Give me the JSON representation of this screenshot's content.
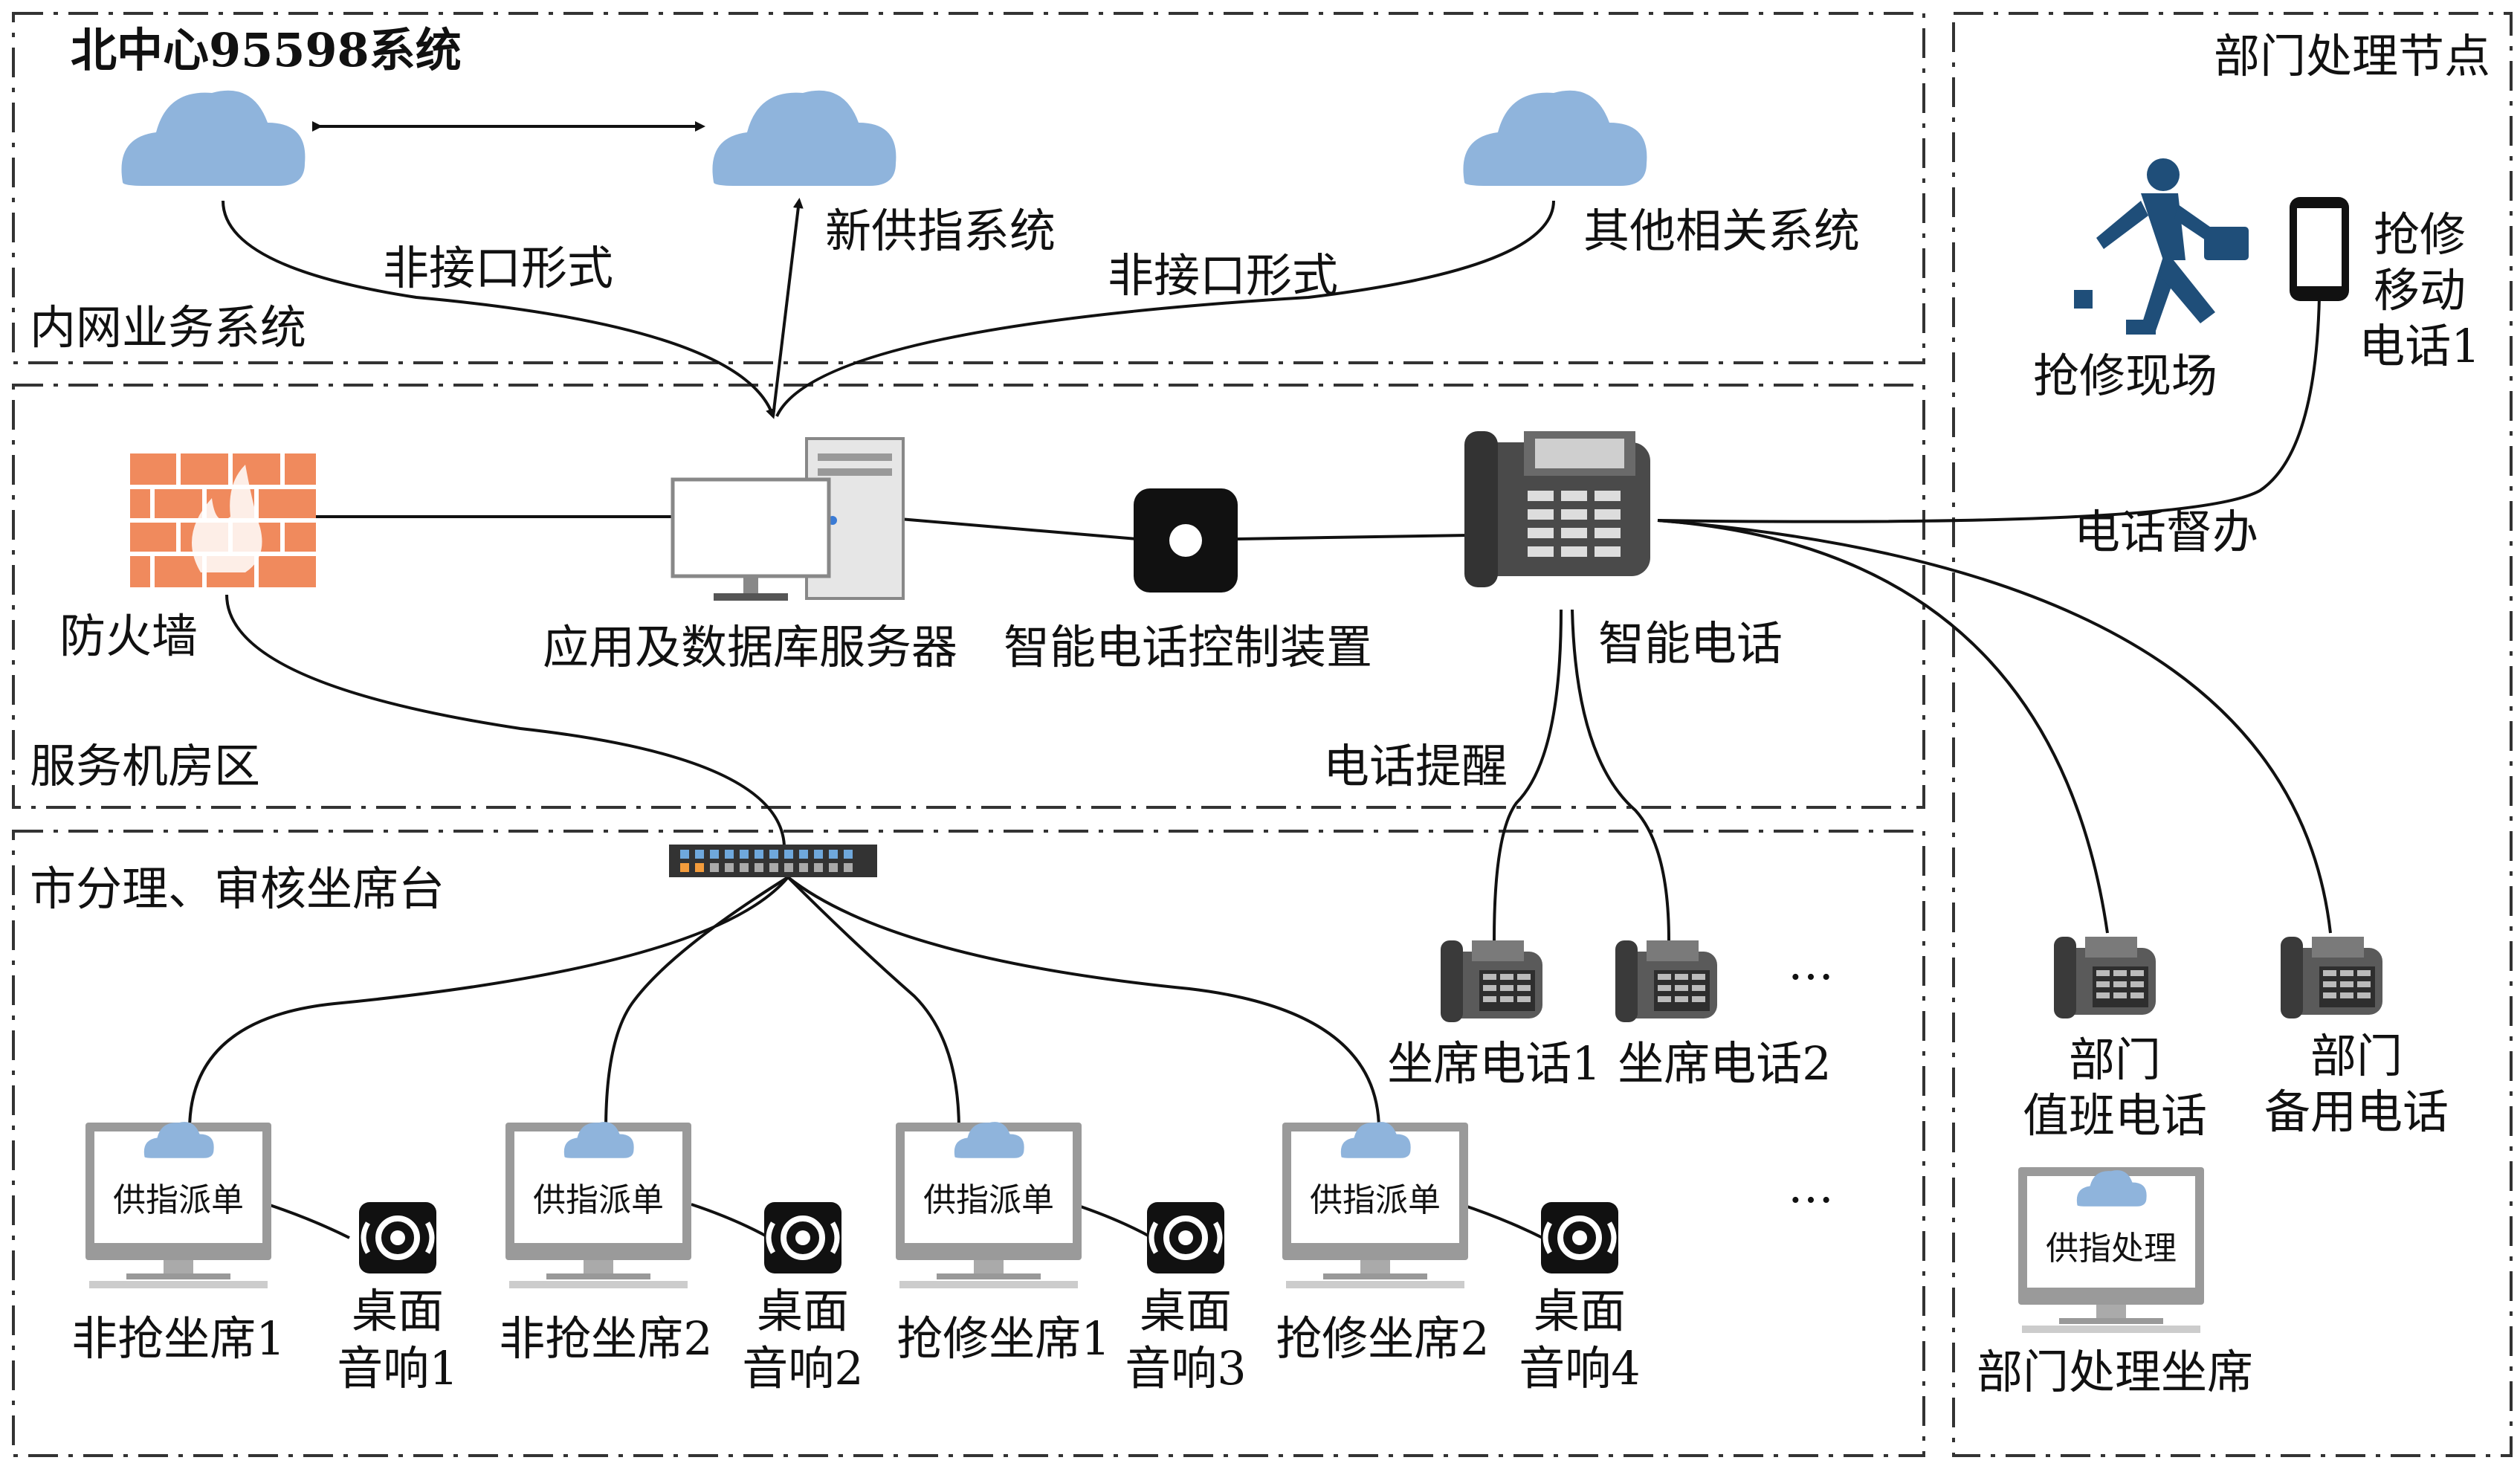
{
  "regions": {
    "intranet": "内网业务系统",
    "server_room": "服务机房区",
    "seats": "市分理、审核坐席台",
    "dept": "部门处理节点"
  },
  "systems": {
    "north_center": "北中心95598系统",
    "new_dispatch": "新供指系统",
    "other": "其他相关系统"
  },
  "links": {
    "non_interface_1": "非接口形式",
    "non_interface_2": "非接口形式",
    "phone_supervise": "电话督办",
    "phone_remind": "电话提醒"
  },
  "devices": {
    "firewall": "防火墙",
    "server": "应用及数据库服务器",
    "controller": "智能电话控制装置",
    "smart_phone": "智能电话",
    "seat_phone_1": "坐席电话1",
    "seat_phone_2": "坐席电话2",
    "ellipsis_1": "…",
    "ellipsis_2": "…"
  },
  "field": {
    "site": "抢修现场",
    "mobile_line1": "抢修",
    "mobile_line2": "移动",
    "mobile_line3": "电话1"
  },
  "dept_phones": {
    "duty_line1": "部门",
    "duty_line2": "值班电话",
    "backup_line1": "部门",
    "backup_line2": "备用电话"
  },
  "workstations": [
    {
      "screen": "供指派单",
      "label": "非抢坐席1",
      "spk1": "桌面",
      "spk2": "音响1"
    },
    {
      "screen": "供指派单",
      "label": "非抢坐席2",
      "spk1": "桌面",
      "spk2": "音响2"
    },
    {
      "screen": "供指派单",
      "label": "抢修坐席1",
      "spk1": "桌面",
      "spk2": "音响3"
    },
    {
      "screen": "供指派单",
      "label": "抢修坐席2",
      "spk1": "桌面",
      "spk2": "音响4"
    }
  ],
  "dept_station": {
    "screen": "供指处理",
    "label": "部门处理坐席"
  },
  "colors": {
    "cloud": "#8fb4dc",
    "firewall": "#f08a5d",
    "phone": "#4a4a4a",
    "runner": "#1f4e79",
    "line": "#111111"
  }
}
